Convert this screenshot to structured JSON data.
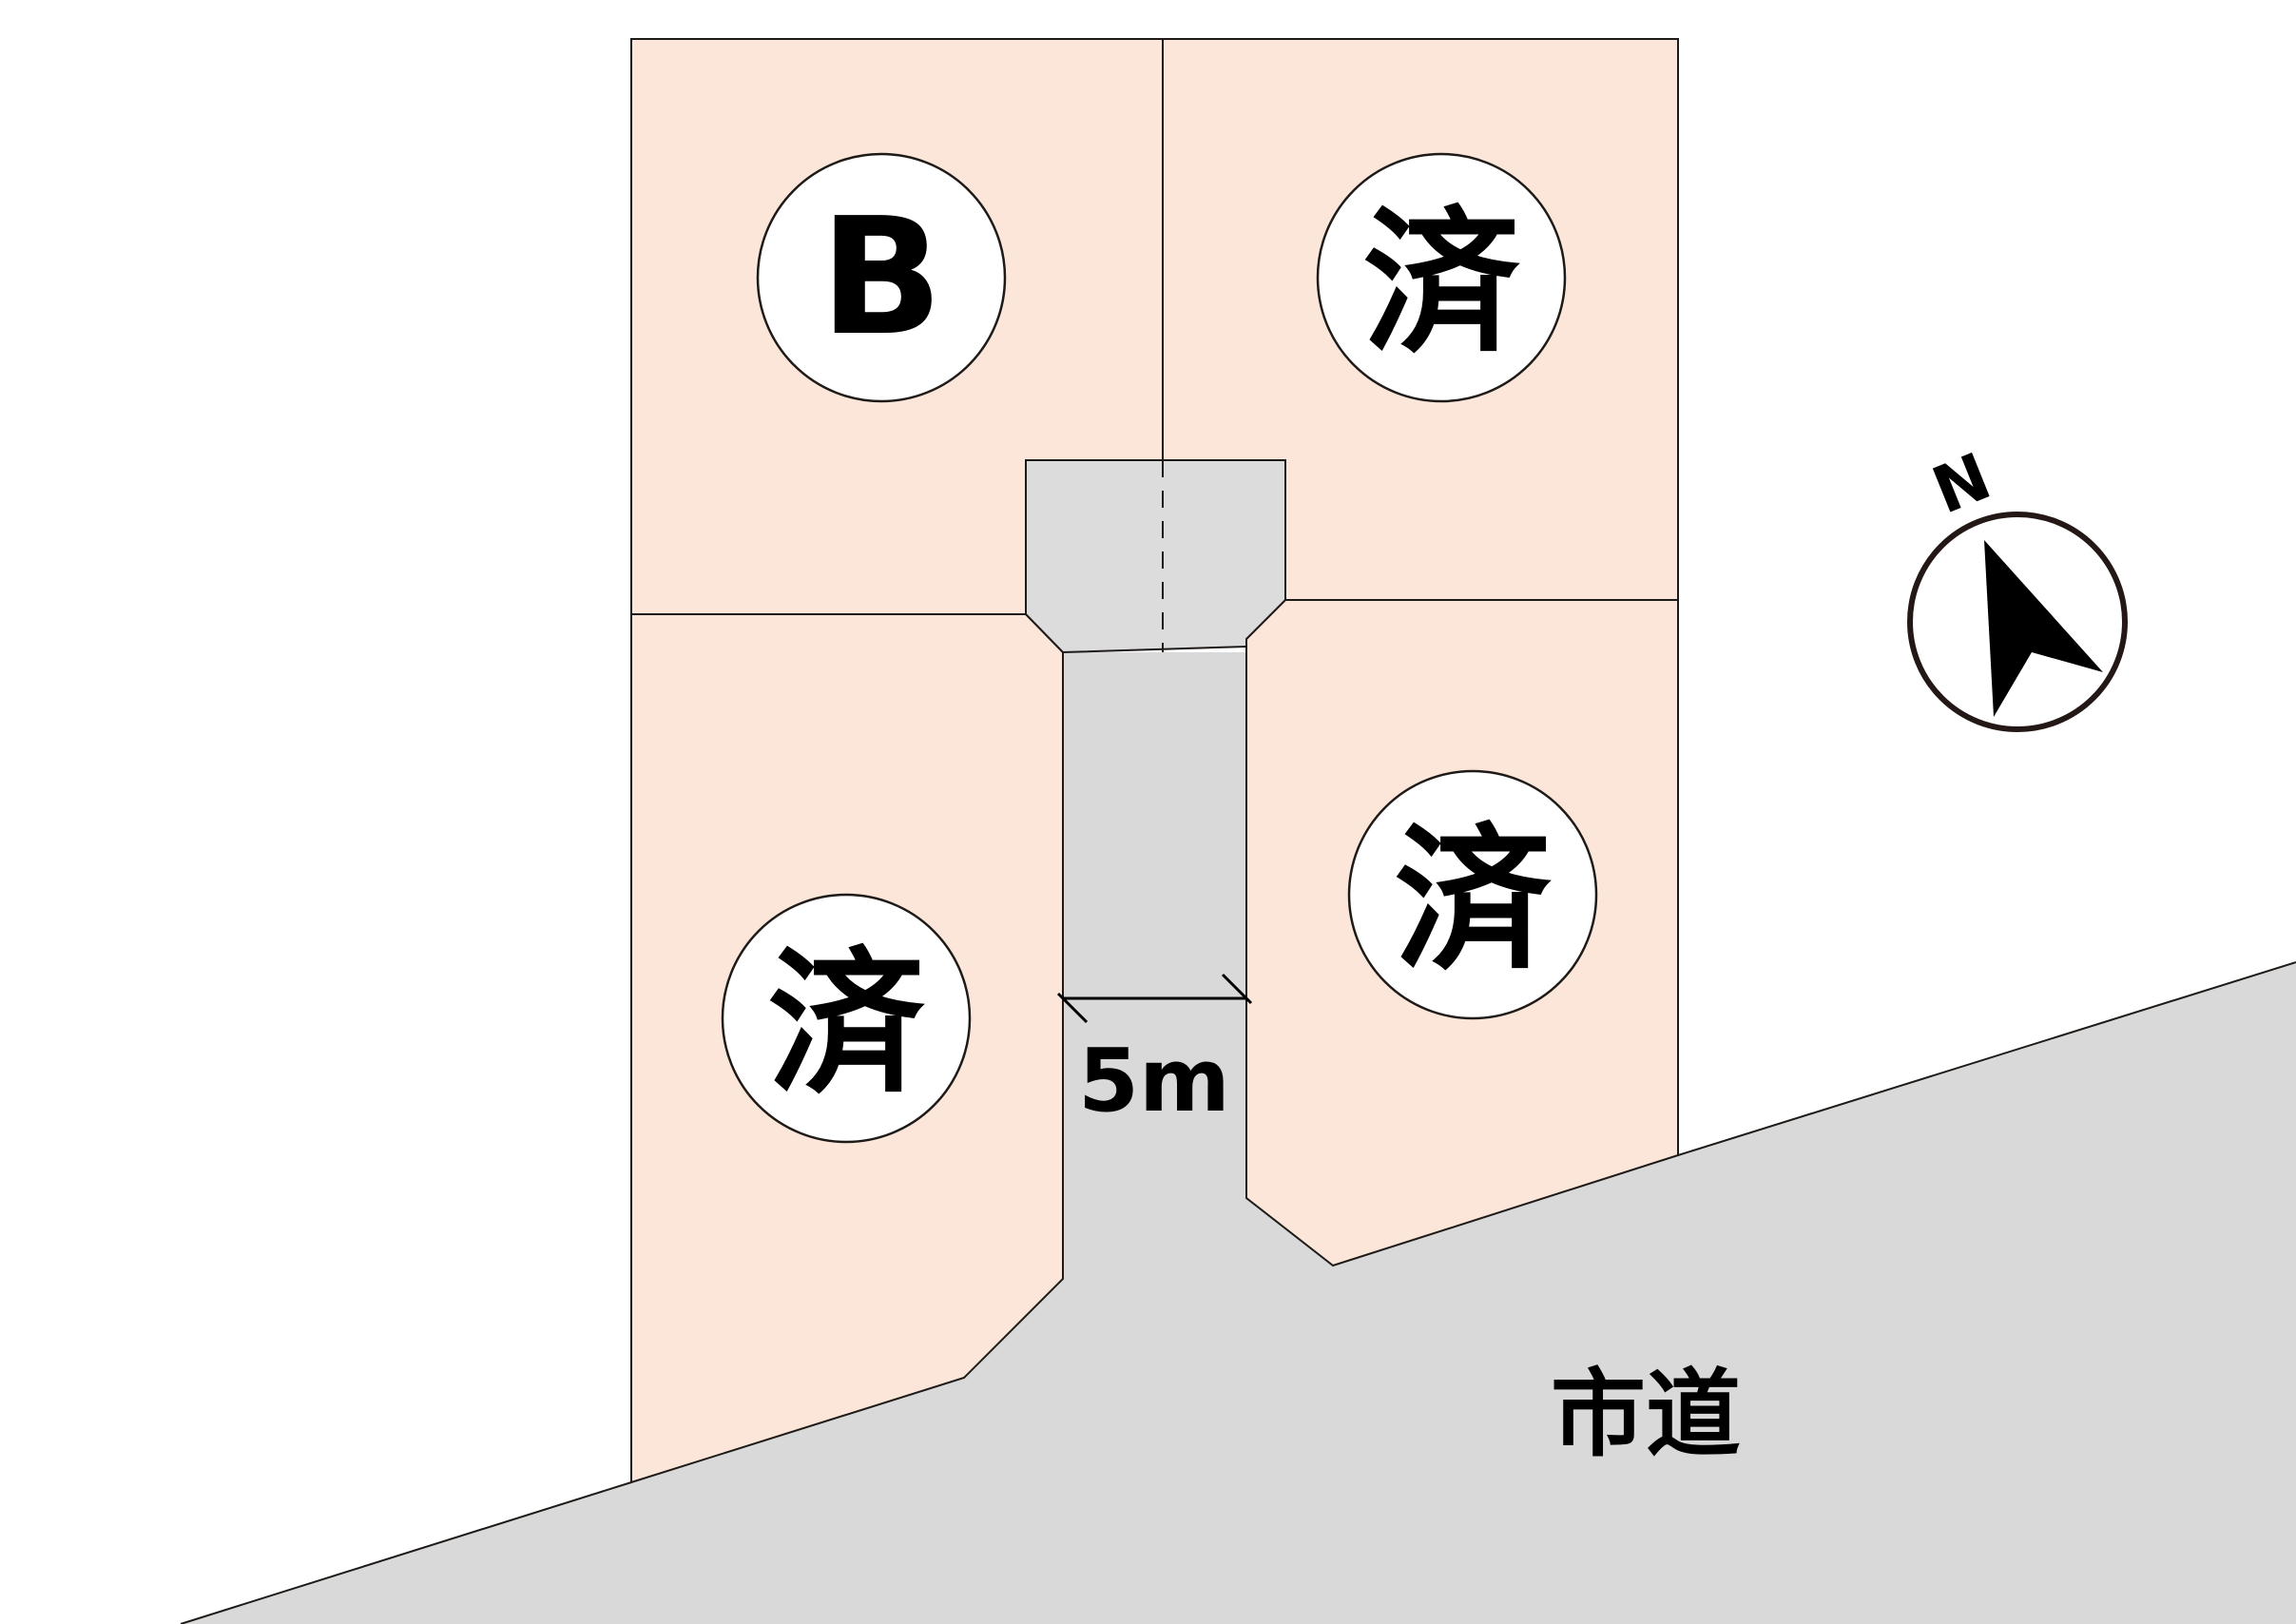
{
  "lots": [
    {
      "id": "lot-b",
      "label": "B"
    },
    {
      "id": "lot-ne",
      "label": "済"
    },
    {
      "id": "lot-sw",
      "label": "済"
    },
    {
      "id": "lot-se",
      "label": "済"
    }
  ],
  "access_width_label": "5m",
  "road_label": "市道",
  "compass_label": "N",
  "colors": {
    "lot_fill": "#fbe6d9",
    "road_fill": "#d9d9d9",
    "line": "#1e1a17"
  }
}
